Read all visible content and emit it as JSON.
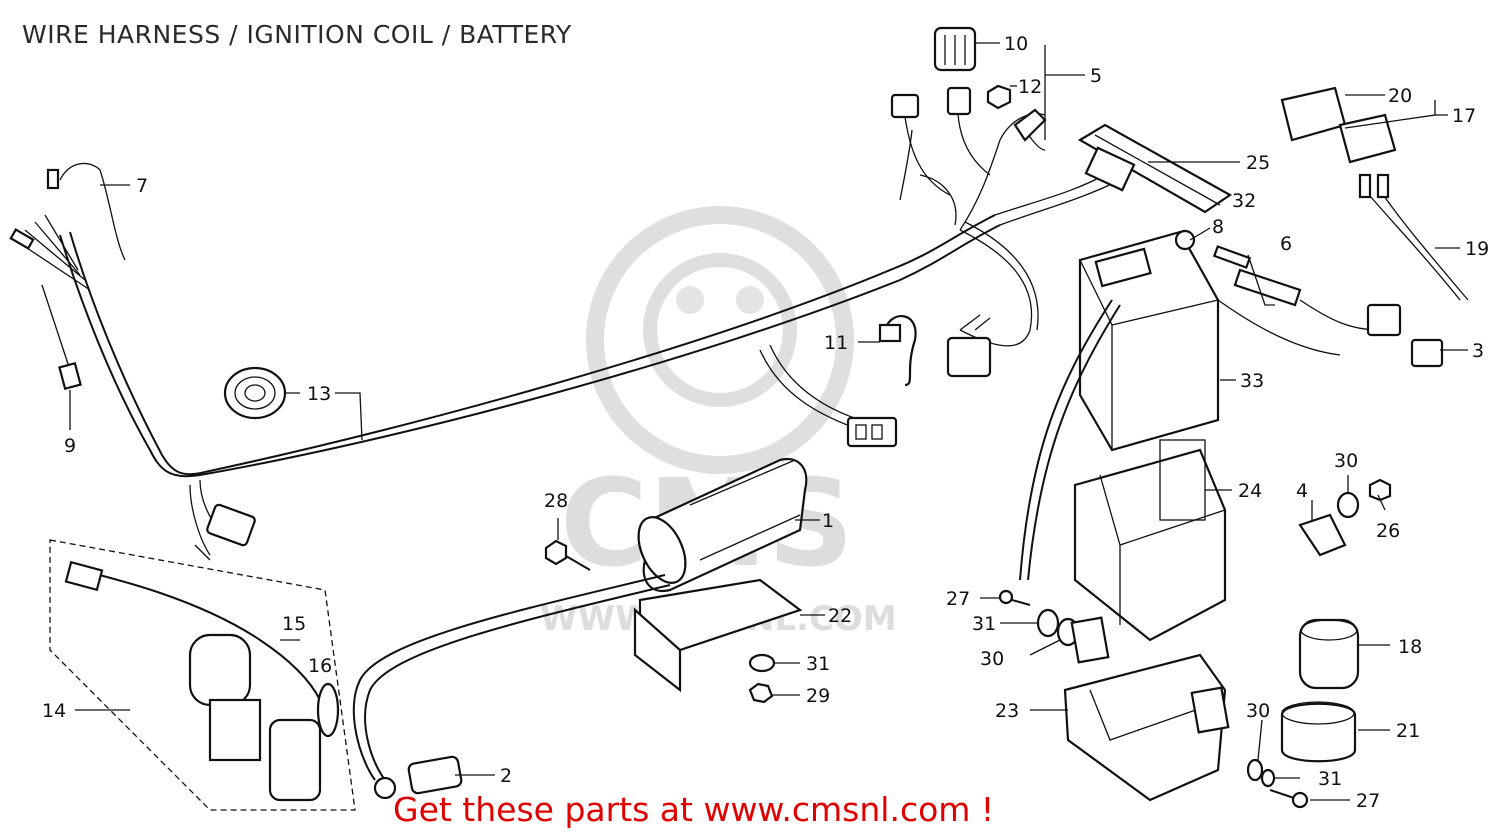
{
  "header": {
    "title": "WIRE HARNESS / IGNITION COIL / BATTERY"
  },
  "footer": {
    "cta": "Get these parts at www.cmsnl.com !"
  },
  "watermark": {
    "text": "CMS",
    "url": "WWW.CMSNL.COM",
    "color": "#d9d9d9"
  },
  "colors": {
    "line": "#111111",
    "cta": "#e00000"
  },
  "callouts": [
    {
      "id": "c1",
      "text": "1"
    },
    {
      "id": "c2",
      "text": "2"
    },
    {
      "id": "c3",
      "text": "3"
    },
    {
      "id": "c4",
      "text": "4"
    },
    {
      "id": "c5",
      "text": "5"
    },
    {
      "id": "c6",
      "text": "6"
    },
    {
      "id": "c7",
      "text": "7"
    },
    {
      "id": "c8",
      "text": "8"
    },
    {
      "id": "c9",
      "text": "9"
    },
    {
      "id": "c10",
      "text": "10"
    },
    {
      "id": "c11",
      "text": "11"
    },
    {
      "id": "c12",
      "text": "12"
    },
    {
      "id": "c13",
      "text": "13"
    },
    {
      "id": "c14",
      "text": "14"
    },
    {
      "id": "c15",
      "text": "15"
    },
    {
      "id": "c16",
      "text": "16"
    },
    {
      "id": "c17",
      "text": "17"
    },
    {
      "id": "c18",
      "text": "18"
    },
    {
      "id": "c19",
      "text": "19"
    },
    {
      "id": "c20",
      "text": "20"
    },
    {
      "id": "c21",
      "text": "21"
    },
    {
      "id": "c22",
      "text": "22"
    },
    {
      "id": "c23",
      "text": "23"
    },
    {
      "id": "c24",
      "text": "24"
    },
    {
      "id": "c25",
      "text": "25"
    },
    {
      "id": "c26",
      "text": "26"
    },
    {
      "id": "c27a",
      "text": "27"
    },
    {
      "id": "c27b",
      "text": "27"
    },
    {
      "id": "c28",
      "text": "28"
    },
    {
      "id": "c29",
      "text": "29"
    },
    {
      "id": "c30a",
      "text": "30"
    },
    {
      "id": "c30b",
      "text": "30"
    },
    {
      "id": "c30c",
      "text": "30"
    },
    {
      "id": "c31a",
      "text": "31"
    },
    {
      "id": "c31b",
      "text": "31"
    },
    {
      "id": "c31c",
      "text": "31"
    },
    {
      "id": "c32",
      "text": "32"
    },
    {
      "id": "c33",
      "text": "33"
    }
  ]
}
